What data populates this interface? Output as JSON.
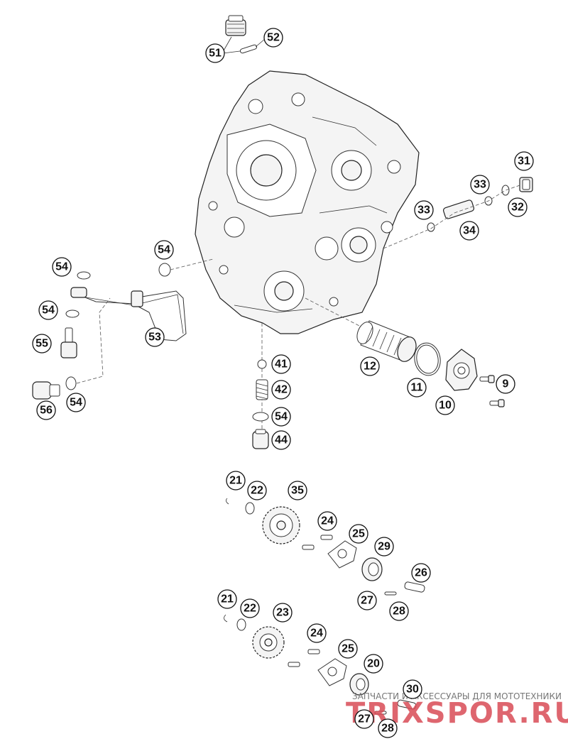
{
  "callouts": {
    "c51": "51",
    "c52": "52",
    "c31": "31",
    "c33a": "33",
    "c32": "32",
    "c33b": "33",
    "c34": "34",
    "c54a": "54",
    "c54b": "54",
    "c54c": "54",
    "c54d": "54",
    "c54e": "54",
    "c55": "55",
    "c56": "56",
    "c53": "53",
    "c12": "12",
    "c11": "11",
    "c10": "10",
    "c9": "9",
    "c41": "41",
    "c42": "42",
    "c44": "44",
    "c21a": "21",
    "c22a": "22",
    "c35": "35",
    "c24a": "24",
    "c25a": "25",
    "c29": "29",
    "c26": "26",
    "c27a": "27",
    "c28a": "28",
    "c21b": "21",
    "c22b": "22",
    "c23": "23",
    "c24b": "24",
    "c25b": "25",
    "c20": "20",
    "c30": "30",
    "c27b": "27",
    "c28b": "28"
  },
  "watermark": {
    "line": "ЗАПЧАСТИ И АКСЕССУАРЫ ДЛЯ МОТОТЕХНИКИ",
    "logo": "TRIXSPOR.RU"
  }
}
